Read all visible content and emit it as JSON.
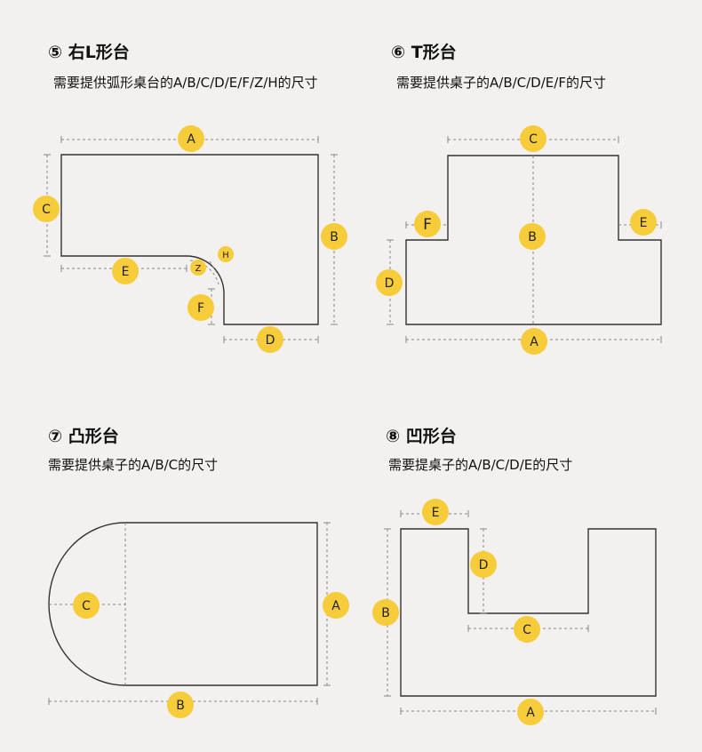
{
  "panels": [
    {
      "title": "⑤ 右L形台",
      "subtitle": "需要提供弧形桌台的A/B/C/D/E/F/Z/H的尺寸"
    },
    {
      "title": "⑥ T形台",
      "subtitle": "需要提供桌子的A/B/C/D/E/F的尺寸"
    },
    {
      "title": "⑦ 凸形台",
      "subtitle": "需要提供桌子的A/B/C的尺寸"
    },
    {
      "title": "⑧ 凹形台",
      "subtitle": "需要提桌子的A/B/C/D/E的尺寸"
    }
  ],
  "labels": {
    "p5": {
      "A": "A",
      "B": "B",
      "C": "C",
      "D": "D",
      "E": "E",
      "F": "F",
      "Z": "Z",
      "H": "H"
    },
    "p6": {
      "A": "A",
      "B": "B",
      "C": "C",
      "D": "D",
      "E": "E",
      "F": "F"
    },
    "p7": {
      "A": "A",
      "B": "B",
      "C": "C"
    },
    "p8": {
      "A": "A",
      "B": "B",
      "C": "C",
      "D": "D",
      "E": "E"
    }
  },
  "colors": {
    "badge": "#f7cc3a",
    "line": "#333333",
    "dim": "#888888",
    "background": "#f2f1ef"
  }
}
